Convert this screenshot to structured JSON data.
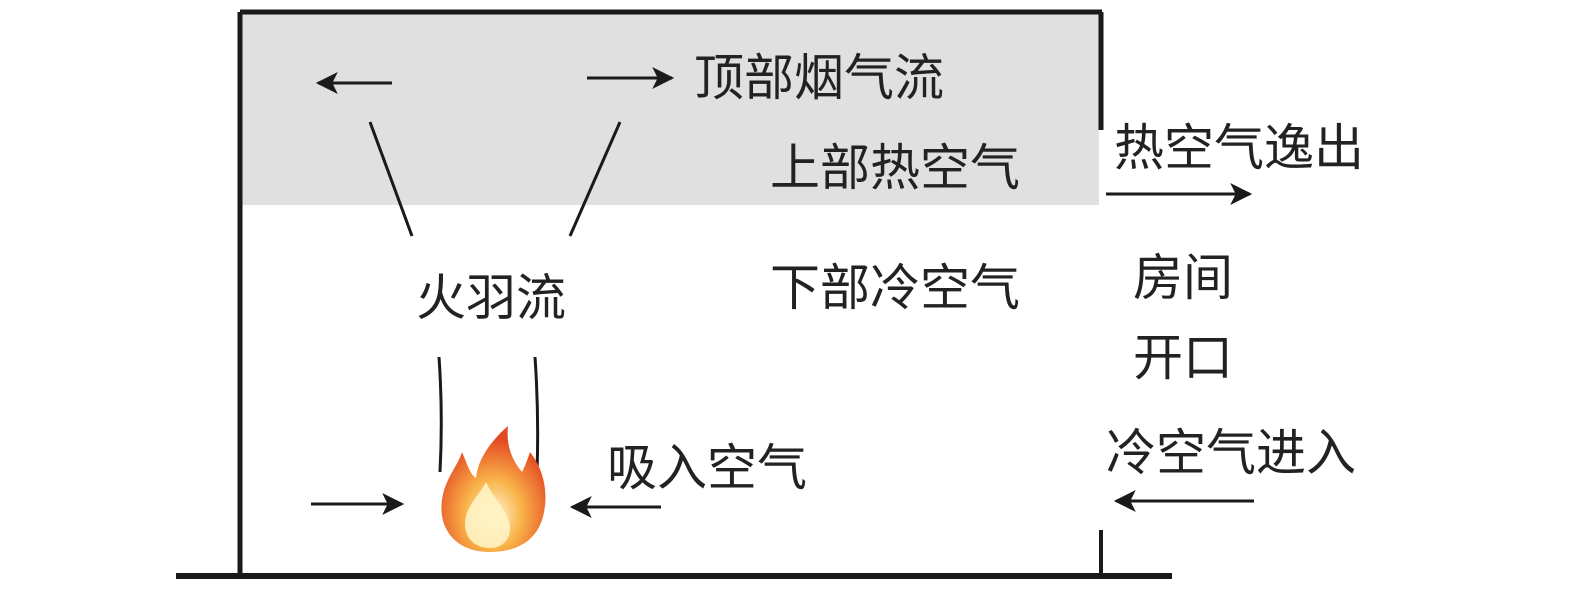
{
  "labels": {
    "top_smoke_flow": "顶部烟气流",
    "upper_hot_air": "上部热空气",
    "hot_air_escape": "热空气逸出",
    "plume": "火羽流",
    "lower_cold_air": "下部冷空气",
    "room_line1": "房间",
    "room_line2": "开口",
    "entrained_air": "吸入空气",
    "cold_air_in": "冷空气进入"
  },
  "colors": {
    "hot_layer": "#e0e0e0",
    "stroke": "#1a1a1a",
    "flame_outer": "#e8542a",
    "flame_mid": "#f7a03a",
    "flame_core": "#fff3c4"
  },
  "icons": {
    "fire": "fire-icon"
  }
}
